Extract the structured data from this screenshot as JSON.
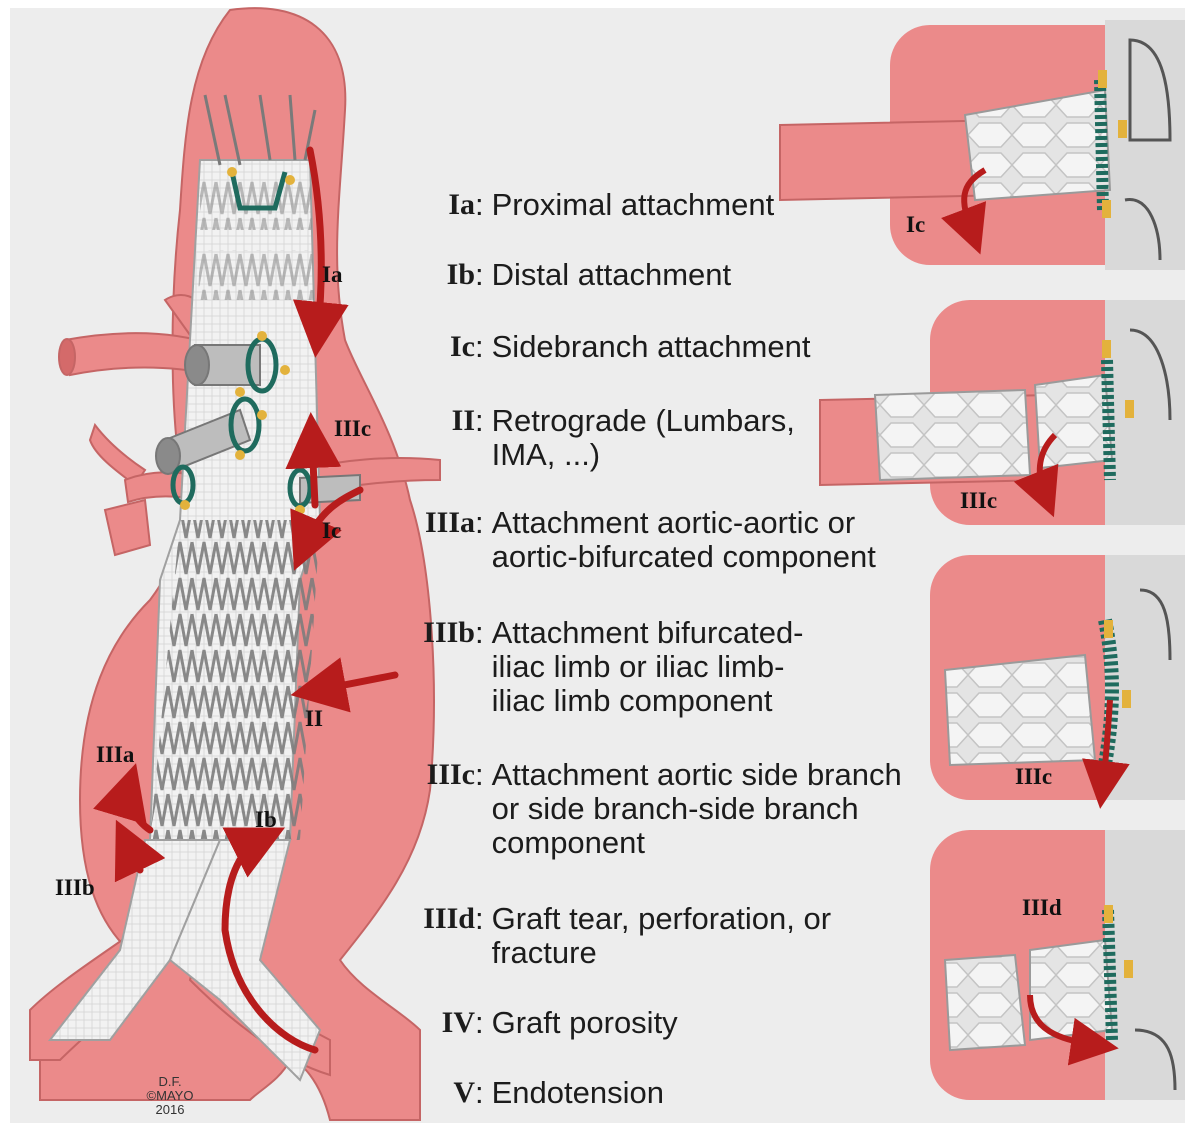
{
  "legend": [
    {
      "code": "Ia",
      "desc": "Proximal attachment"
    },
    {
      "code": "Ib",
      "desc": "Distal attachment"
    },
    {
      "code": "Ic",
      "desc": "Sidebranch attachment"
    },
    {
      "code": "II",
      "desc": "Retrograde (Lumbars,\nIMA, ...)"
    },
    {
      "code": "IIIa",
      "desc": "Attachment aortic-aortic or\naortic-bifurcated component"
    },
    {
      "code": "IIIb",
      "desc": "Attachment bifurcated-\niliac limb or iliac limb-\niliac limb component"
    },
    {
      "code": "IIIc",
      "desc": "Attachment aortic side branch\nor side branch-side branch\ncomponent"
    },
    {
      "code": "IIId",
      "desc": "Graft tear, perforation, or\nfracture"
    },
    {
      "code": "IV",
      "desc": "Graft porosity"
    },
    {
      "code": "V",
      "desc": "Endotension"
    }
  ],
  "main_labels": {
    "ia": "Ia",
    "iiic": "IIIc",
    "ic": "Ic",
    "ii": "II",
    "iiia": "IIIa",
    "ib": "Ib",
    "iiib": "IIIb"
  },
  "detail_labels": {
    "ic": "Ic",
    "iiic_1": "IIIc",
    "iiic_2": "IIIc",
    "iiid": "IIId"
  },
  "credit": {
    "line1": "D.F.",
    "line2": "©MAYO",
    "line3": "2016"
  },
  "colors": {
    "background": "#ededed",
    "vessel": "#eb8a8a",
    "vessel_dark": "#d46a6a",
    "stent_graft": "#f0f0f0",
    "stent_wire": "#7a7a7a",
    "leak_arrow": "#b71c1c",
    "suture": "#1f6b5e",
    "marker": "#e3b23c"
  },
  "icons": [
    "leak-arrow-icon"
  ]
}
